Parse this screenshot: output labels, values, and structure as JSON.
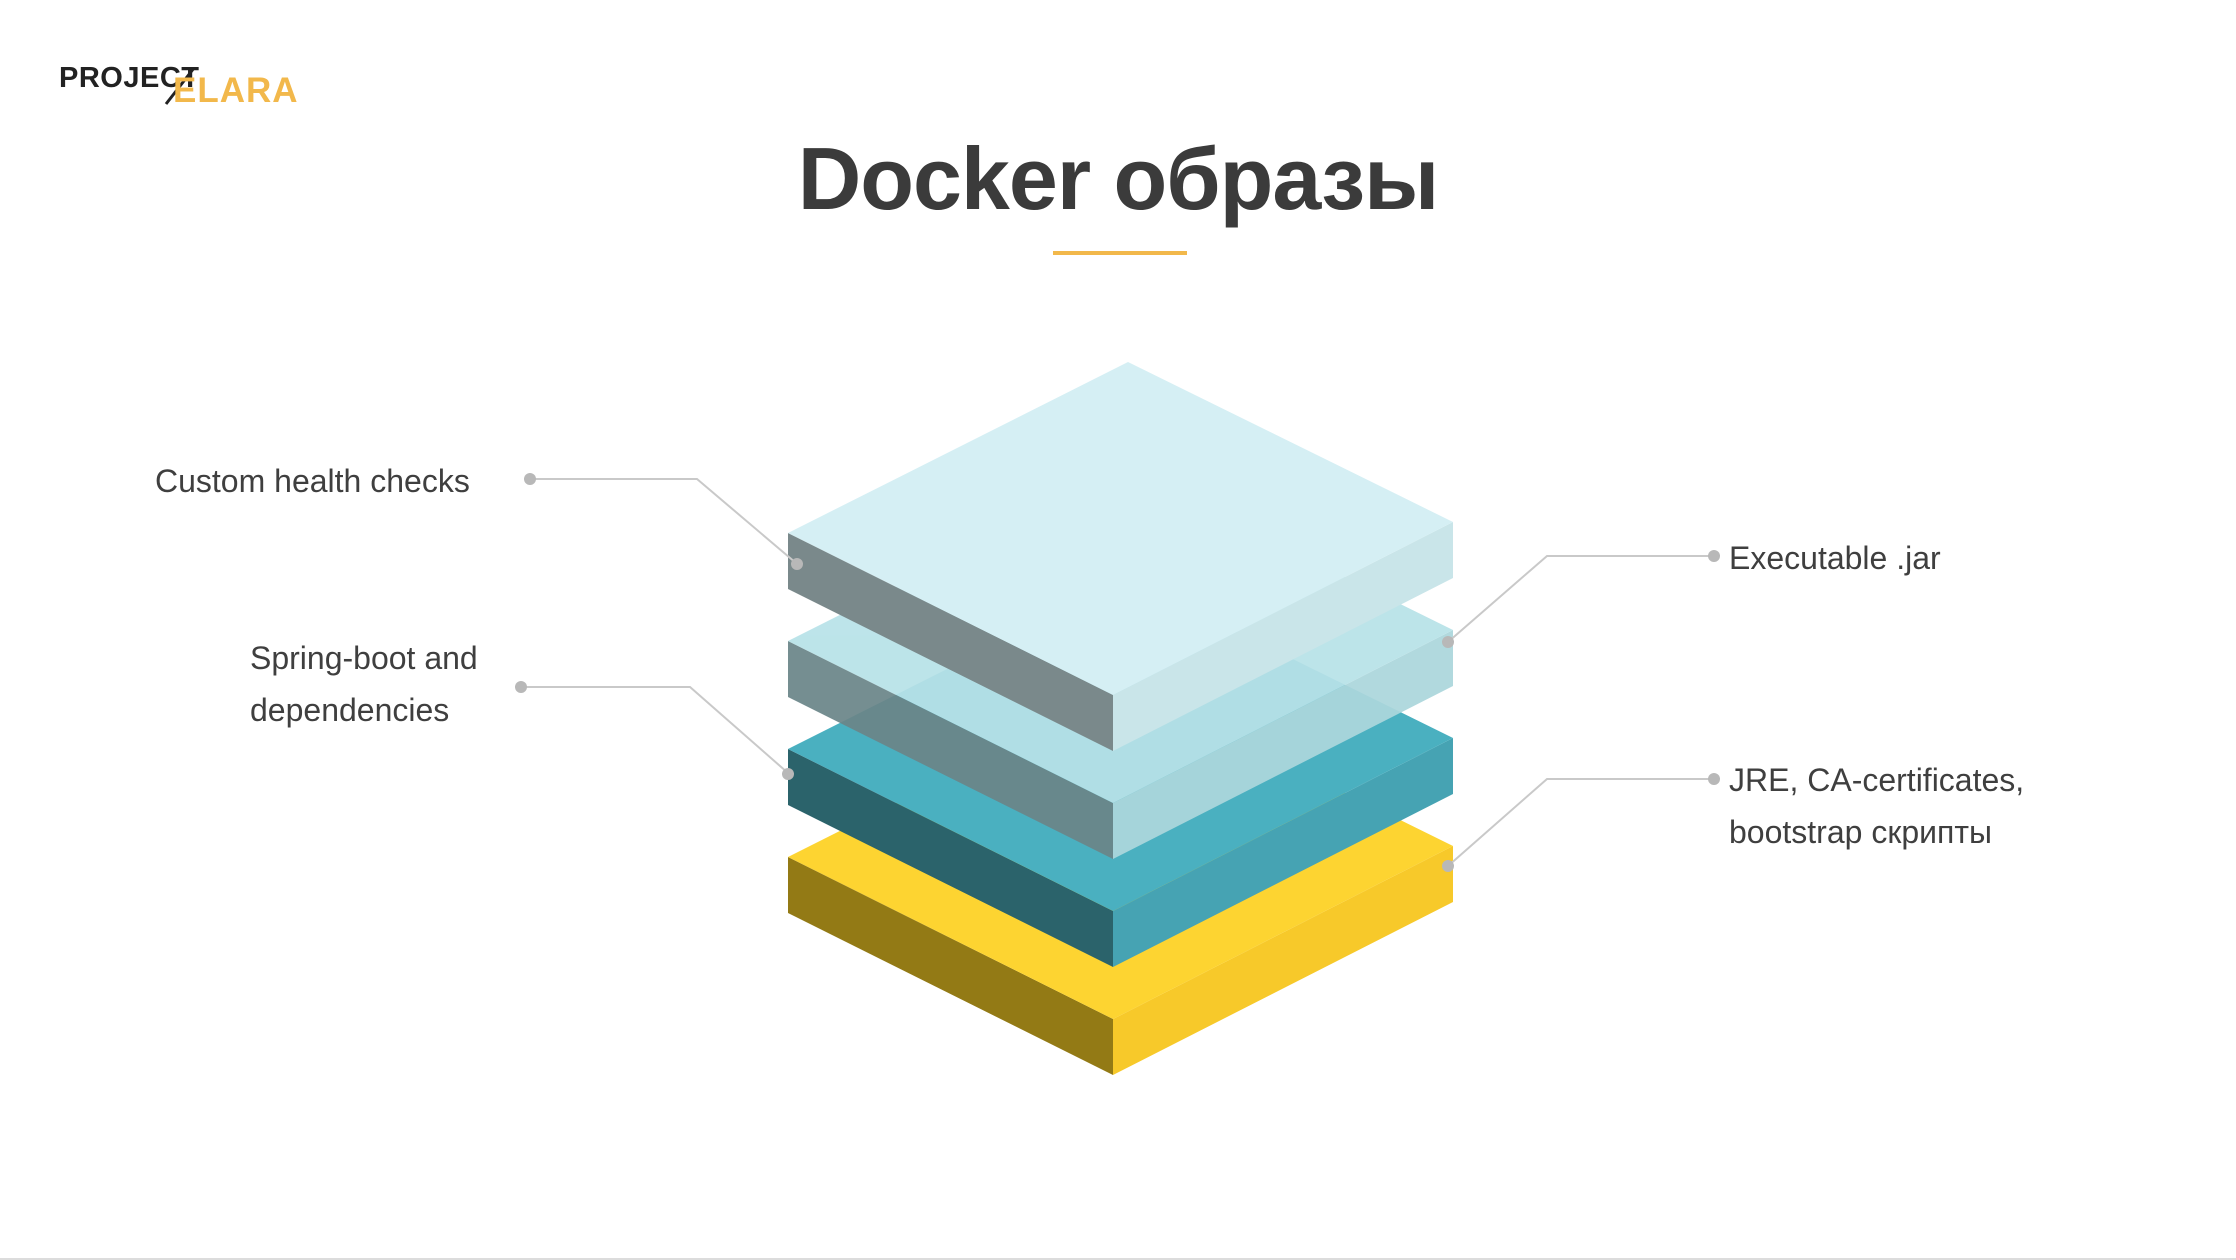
{
  "logo": {
    "part1": "PROJECT",
    "part2": "ELARA",
    "accent_color": "#f2b84b"
  },
  "title": "Docker образы",
  "layers": [
    {
      "name": "base",
      "top_color": "#fdd431",
      "right_color": "#f7c92a",
      "left_color": "#937a15"
    },
    {
      "name": "jre",
      "top_color": "#4ab0c0",
      "right_color": "#46a3b3",
      "left_color": "#2b636b"
    },
    {
      "name": "dependencies",
      "top_color": "#b8e2e8",
      "right_color": "#acd7dc",
      "left_color": "#6b8689"
    },
    {
      "name": "app",
      "top_color": "#d5eff4",
      "right_color": "#c9e5e9",
      "left_color": "#7a898b"
    }
  ],
  "labels": {
    "custom_health_checks": "Custom health checks",
    "spring_boot_line1": "Spring-boot and",
    "spring_boot_line2": "dependencies",
    "executable_jar": "Executable .jar",
    "jre_line1": "JRE, CA-certificates,",
    "jre_line2": "bootstrap скрипты"
  }
}
